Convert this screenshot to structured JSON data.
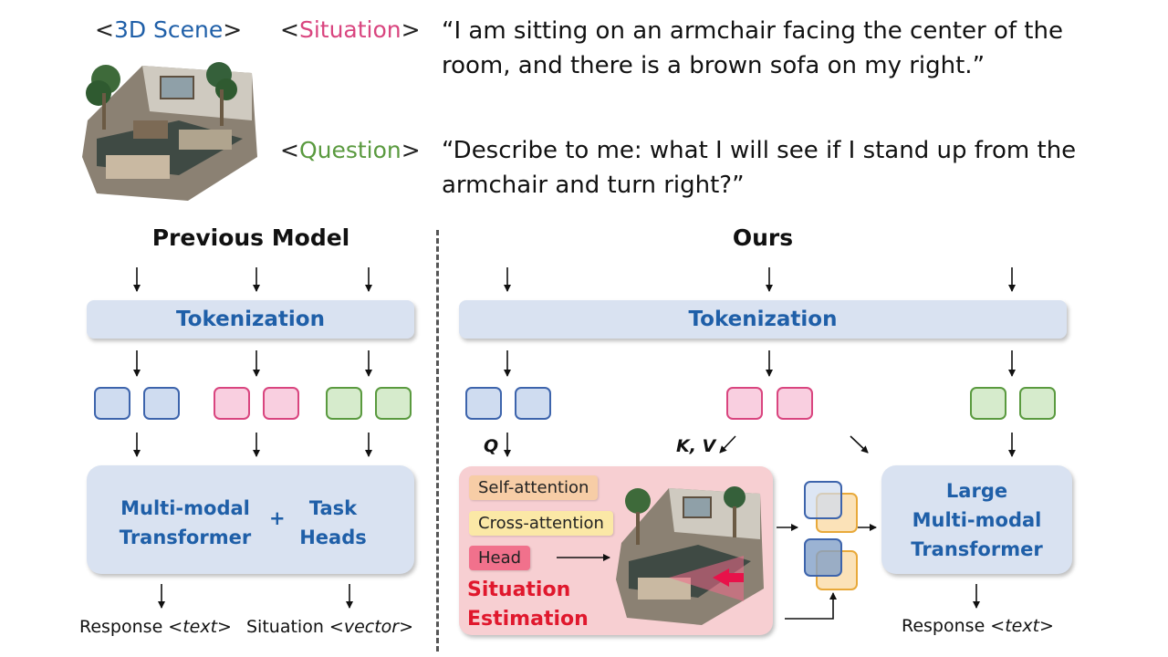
{
  "header": {
    "scene_tag": {
      "open": "<",
      "label": "3D Scene",
      "close": ">",
      "color": "#1f5fa8"
    },
    "situation_tag": {
      "open": "<",
      "label": "Situation",
      "close": ">",
      "color": "#d9457f"
    },
    "question_tag": {
      "open": "<",
      "label": "Question",
      "close": ">",
      "color": "#5a9a3f"
    },
    "situation_text": "“I am sitting on an armchair facing the center of the room, and there is a brown sofa on my right.”",
    "question_text": "“Describe to me: what I will see if I stand up from the armchair and turn right?”"
  },
  "previous": {
    "title": "Previous Model",
    "tokenization": "Tokenization",
    "model_line1": "Multi-modal",
    "model_line2": "Transformer",
    "plus": "+",
    "heads_line1": "Task",
    "heads_line2": "Heads",
    "out1_prefix": "Response ",
    "out1_type": "<text>",
    "out2_prefix": "Situation ",
    "out2_type": "<vector>"
  },
  "ours": {
    "title": "Ours",
    "tokenization": "Tokenization",
    "q_label": "Q",
    "kv_label": "K, V",
    "self_attention": "Self-attention",
    "cross_attention": "Cross-attention",
    "head": "Head",
    "situation_line1": "Situation",
    "situation_line2": "Estimation",
    "llm_line1": "Large",
    "llm_line2": "Multi-modal",
    "llm_line3": "Transformer",
    "out_prefix": "Response ",
    "out_type": "<text>"
  },
  "colors": {
    "scene": "#1f5fa8",
    "situation": "#d9457f",
    "question": "#5a9a3f",
    "model_text": "#1f5fa8",
    "estimation_text": "#e0182d"
  }
}
